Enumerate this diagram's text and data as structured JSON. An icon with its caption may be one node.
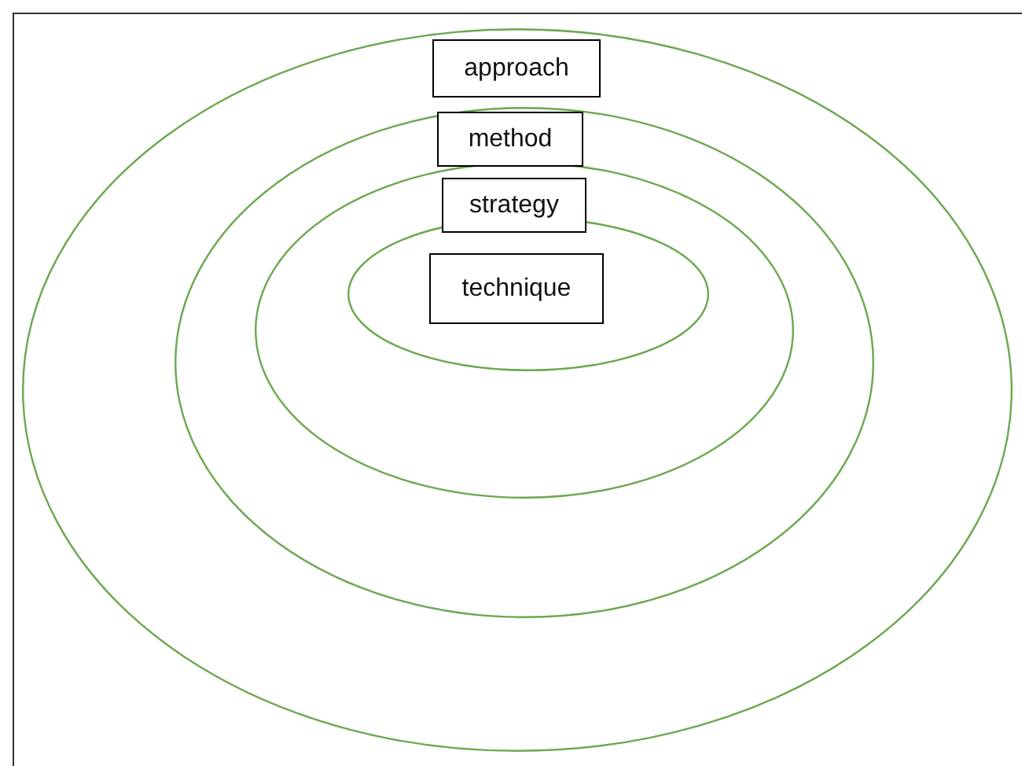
{
  "diagram": {
    "nodes": [
      {
        "text": [
          "approach"
        ]
      },
      {
        "text": [
          "method"
        ],
        "in": 0
      },
      {
        "text": [
          "strategy"
        ],
        "in": 1
      },
      {
        "text": [
          "technique"
        ],
        "in": 2
      }
    ]
  }
}
